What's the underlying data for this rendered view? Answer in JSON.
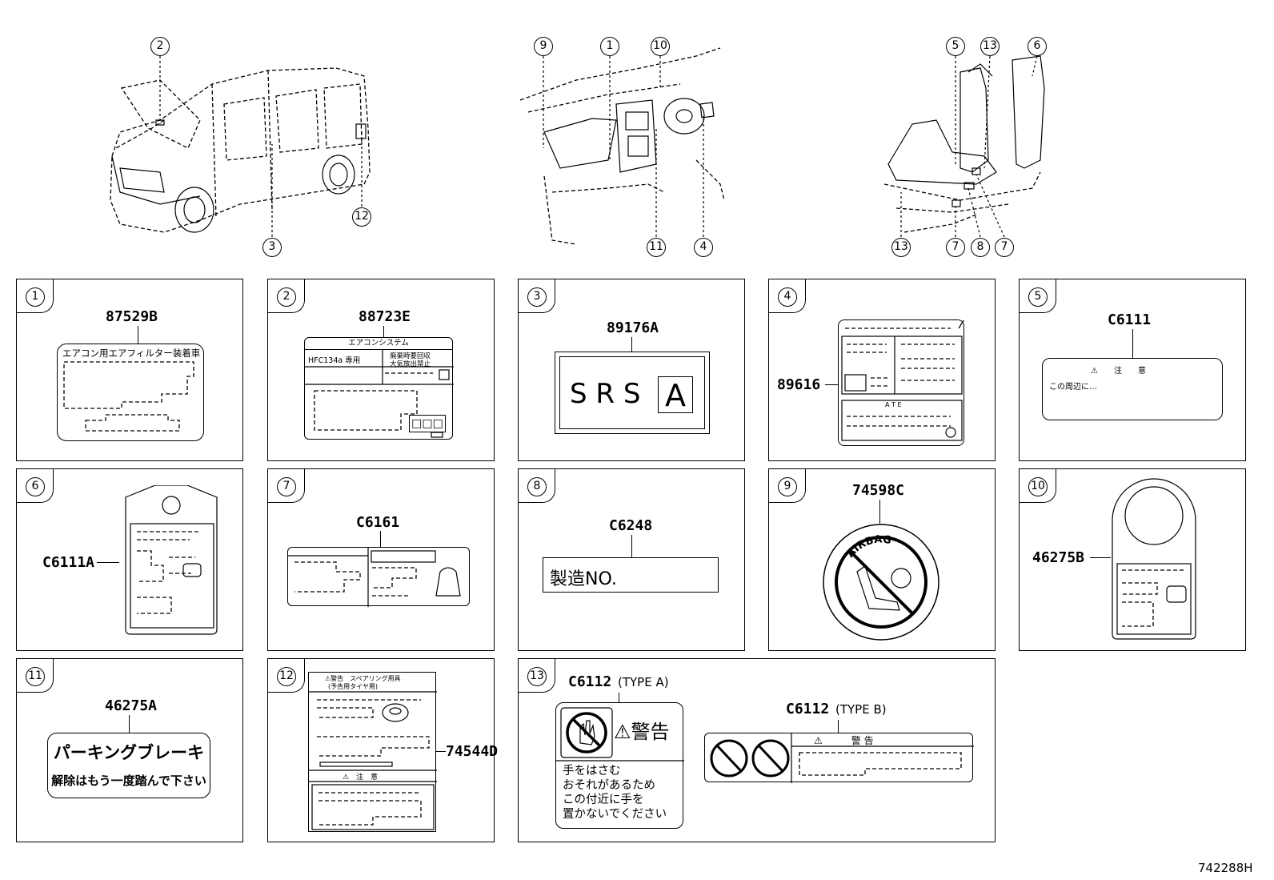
{
  "diagram_code": "742288H",
  "callouts": {
    "c2": "2",
    "c3": "3",
    "c12": "12",
    "c9": "9",
    "c1": "1",
    "c10": "10",
    "c11": "11",
    "c4": "4",
    "c5": "5",
    "c13a": "13",
    "c6": "6",
    "c13b": "13",
    "c7a": "7",
    "c8": "8",
    "c7b": "7"
  },
  "panels": [
    {
      "index": "1",
      "part": "87529B",
      "text": "エアコン用エアフィルター装着車"
    },
    {
      "index": "2",
      "part": "88723E",
      "header": "エアコンシステム",
      "cell_a": "HFC134a 専用",
      "cell_b1": "廃棄時要回収",
      "cell_b2": "大気放出禁止",
      "boxes": "□□□"
    },
    {
      "index": "3",
      "part": "89176A",
      "text": "S R S",
      "boxed": "A"
    },
    {
      "index": "4",
      "part": "89616",
      "small": "A T E"
    },
    {
      "index": "5",
      "part": "C6111",
      "warn": "⚠　　注　　意",
      "text": "この周辺に…"
    },
    {
      "index": "6",
      "part": "C6111A"
    },
    {
      "index": "7",
      "part": "C6161"
    },
    {
      "index": "8",
      "part": "C6248",
      "text": "製造NO."
    },
    {
      "index": "9",
      "part": "74598C",
      "text": "AIRBAG"
    },
    {
      "index": "10",
      "part": "46275B"
    },
    {
      "index": "11",
      "part": "46275A",
      "line1": "パーキングブレーキ",
      "line2": "解除はもう一度踏んで下さい"
    },
    {
      "index": "12",
      "part": "74544D",
      "head1": "⚠警告　スペアリング用具",
      "head2": "(予告用タイヤ用)",
      "mid": "⚠　注　意"
    },
    {
      "index": "13",
      "part_a": "C6112",
      "type_a": "(TYPE A)",
      "warn_a": "⚠警告",
      "text_a": [
        "手をはさむ",
        "おそれがあるため",
        "この付近に手を",
        "置かないでください"
      ],
      "part_b": "C6112",
      "type_b": "(TYPE B)",
      "warn_b": "⚠　　　警 告"
    }
  ]
}
